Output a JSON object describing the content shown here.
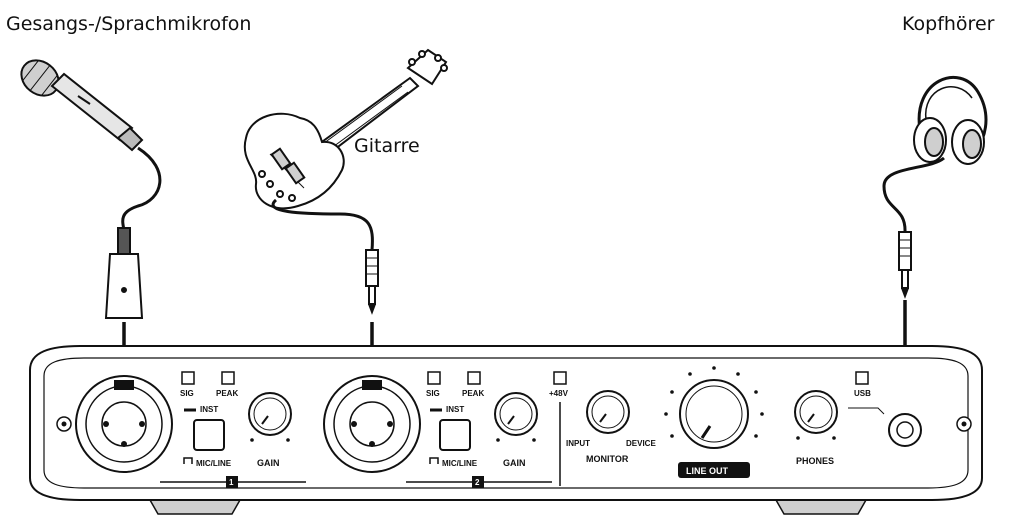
{
  "labels": {
    "microphone": "Gesangs-/Sprachmikrofon",
    "guitar": "Gitarre",
    "headphones": "Kopfhörer"
  },
  "device": {
    "ch1": {
      "sig": "SIG",
      "peak": "PEAK",
      "inst": "INST",
      "micline": "MIC/LINE",
      "gain": "GAIN",
      "number": "1"
    },
    "ch2": {
      "sig": "SIG",
      "peak": "PEAK",
      "inst": "INST",
      "micline": "MIC/LINE",
      "gain": "GAIN",
      "number": "2"
    },
    "phantom": "+48V",
    "monitor": {
      "input": "INPUT",
      "device": "DEVICE",
      "label": "MONITOR"
    },
    "line_out": "LINE OUT",
    "phones": "PHONES",
    "usb": "USB"
  },
  "colors": {
    "line": "#111111",
    "fill": "#ffffff",
    "shade": "#d9d9d9"
  }
}
